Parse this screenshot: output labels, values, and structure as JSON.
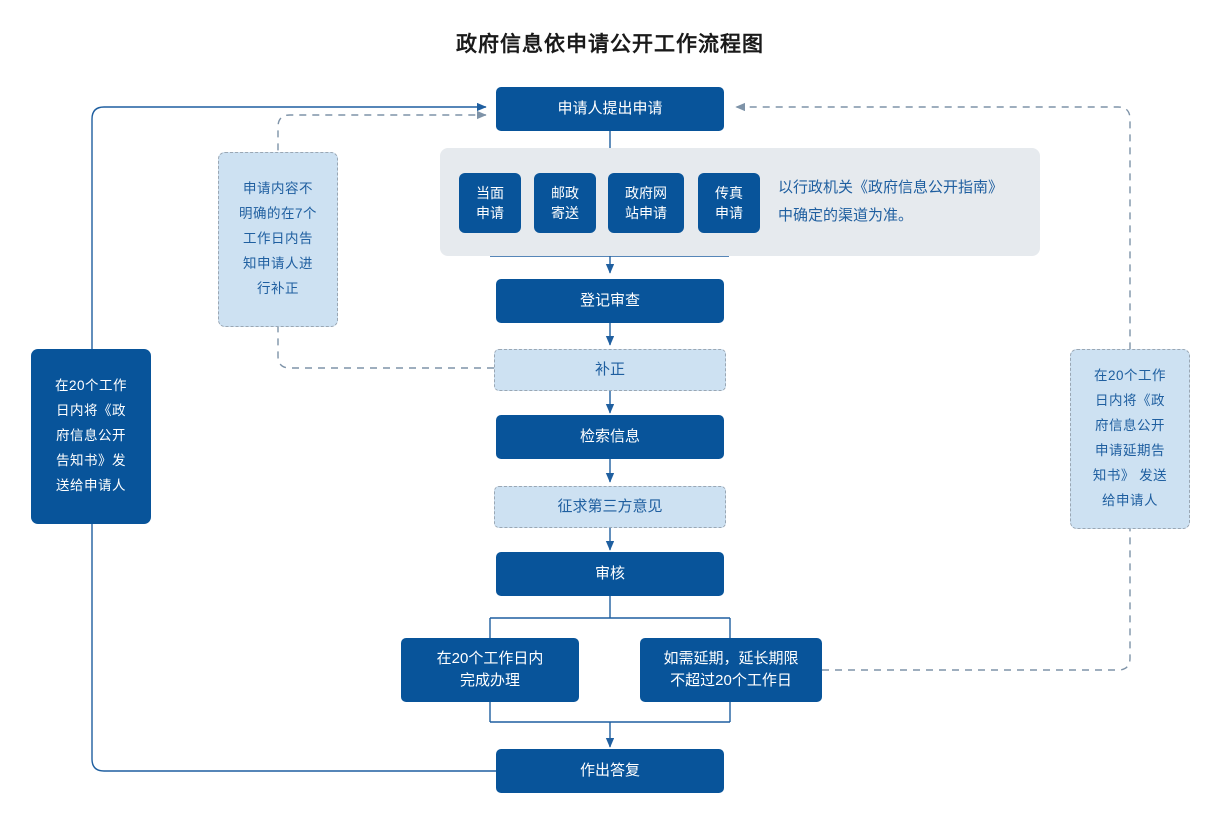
{
  "title": "政府信息依申请公开工作流程图",
  "colors": {
    "dark_blue": "#08549a",
    "light_blue": "#cde1f2",
    "panel_gray": "#e6eaee",
    "line_blue": "#1f5fa0",
    "dashed_gray": "#9aa7b4",
    "title_black": "#1a1a1a"
  },
  "nodes": {
    "start": "申请人提出申请",
    "channels": [
      "当面\n申请",
      "邮政\n寄送",
      "政府网\n站申请",
      "传真\n申请"
    ],
    "channel_note": "以行政机关《政府信息公开指南》\n中确定的渠道为准。",
    "register_review": "登记审查",
    "supplement": "补正",
    "retrieve_info": "检索信息",
    "third_party": "征求第三方意见",
    "audit": "审核",
    "complete_20_days": "在20个工作日内\n完成办理",
    "extension": "如需延期，延长期限\n不超过20个工作日",
    "reply": "作出答复"
  },
  "annotations": {
    "supplement_note": "申请内容不\n明确的在7个\n工作日内告\n知申请人进\n行补正",
    "left_note": "在20个工作\n日内将《政\n府信息公开\n告知书》发\n送给申请人",
    "right_note": "在20个工作\n日内将《政\n府信息公开\n申请延期告\n知书》 发送\n给申请人"
  }
}
